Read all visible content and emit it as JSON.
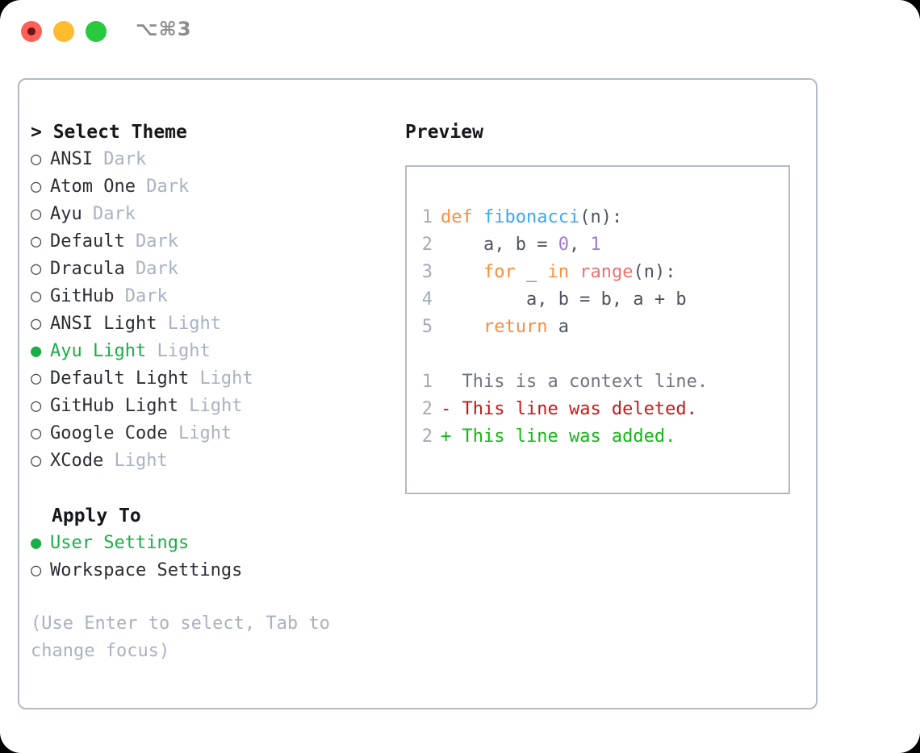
{
  "window": {
    "title": "⌥⌘3",
    "traffic_lights": [
      {
        "name": "close",
        "color": "#ff6058"
      },
      {
        "name": "minimize",
        "color": "#fdbc2e"
      },
      {
        "name": "maximize",
        "color": "#28c93f"
      }
    ]
  },
  "theme_list": {
    "header_prefix": "> ",
    "header": "Select Theme",
    "bullet_selected": "●",
    "bullet_unselected": "○",
    "items": [
      {
        "bullet": "○",
        "name": "ANSI",
        "kind": "Dark",
        "selected": false
      },
      {
        "bullet": "○",
        "name": "Atom One",
        "kind": "Dark",
        "selected": false
      },
      {
        "bullet": "○",
        "name": "Ayu",
        "kind": "Dark",
        "selected": false
      },
      {
        "bullet": "○",
        "name": "Default",
        "kind": "Dark",
        "selected": false
      },
      {
        "bullet": "○",
        "name": "Dracula",
        "kind": "Dark",
        "selected": false
      },
      {
        "bullet": "○",
        "name": "GitHub",
        "kind": "Dark",
        "selected": false
      },
      {
        "bullet": "○",
        "name": "ANSI Light",
        "kind": "Light",
        "selected": false
      },
      {
        "bullet": "●",
        "name": "Ayu Light",
        "kind": "Light",
        "selected": true
      },
      {
        "bullet": "○",
        "name": "Default Light",
        "kind": "Light",
        "selected": false
      },
      {
        "bullet": "○",
        "name": "GitHub Light",
        "kind": "Light",
        "selected": false
      },
      {
        "bullet": "○",
        "name": "Google Code",
        "kind": "Light",
        "selected": false
      },
      {
        "bullet": "○",
        "name": "XCode",
        "kind": "Light",
        "selected": false
      }
    ]
  },
  "apply_to": {
    "header": "Apply To",
    "items": [
      {
        "bullet": "●",
        "label": "User Settings",
        "selected": true
      },
      {
        "bullet": "○",
        "label": "Workspace Settings",
        "selected": false
      }
    ]
  },
  "hint": "(Use Enter to select, Tab to change focus)",
  "preview": {
    "title": "Preview",
    "code_lines": [
      {
        "num": "1",
        "tokens": [
          {
            "t": "def",
            "c": "k-kw"
          },
          {
            "t": " ",
            "c": "k-txt"
          },
          {
            "t": "fibonacci",
            "c": "k-fn"
          },
          {
            "t": "(n):",
            "c": "k-txt"
          }
        ]
      },
      {
        "num": "2",
        "tokens": [
          {
            "t": "    a, b = ",
            "c": "k-txt"
          },
          {
            "t": "0",
            "c": "k-num"
          },
          {
            "t": ", ",
            "c": "k-txt"
          },
          {
            "t": "1",
            "c": "k-num"
          }
        ]
      },
      {
        "num": "3",
        "tokens": [
          {
            "t": "    ",
            "c": "k-txt"
          },
          {
            "t": "for",
            "c": "k-kw"
          },
          {
            "t": " _ ",
            "c": "k-txt"
          },
          {
            "t": "in",
            "c": "k-kw"
          },
          {
            "t": " ",
            "c": "k-txt"
          },
          {
            "t": "range",
            "c": "k-bi"
          },
          {
            "t": "(n):",
            "c": "k-txt"
          }
        ]
      },
      {
        "num": "4",
        "tokens": [
          {
            "t": "        a, b = b, a + b",
            "c": "k-txt"
          }
        ]
      },
      {
        "num": "5",
        "tokens": [
          {
            "t": "    ",
            "c": "k-txt"
          },
          {
            "t": "return",
            "c": "k-kw"
          },
          {
            "t": " a",
            "c": "k-txt"
          }
        ]
      }
    ],
    "diff_lines": [
      {
        "num": "1",
        "marker": " ",
        "text": "This is a context line.",
        "c": "k-ctx"
      },
      {
        "num": "2",
        "marker": "-",
        "text": "This line was deleted.",
        "c": "k-del"
      },
      {
        "num": "2",
        "marker": "+",
        "text": "This line was added.",
        "c": "k-add"
      }
    ]
  },
  "colors": {
    "accent_green": "#19ae47",
    "muted": "#a8b2c1",
    "border": "#b3bac6",
    "keyword": "#fa8d3e",
    "function": "#3ba9f5",
    "number": "#a37acc",
    "builtin": "#f07171",
    "diff_added": "#14b814",
    "diff_deleted": "#cc1616"
  }
}
